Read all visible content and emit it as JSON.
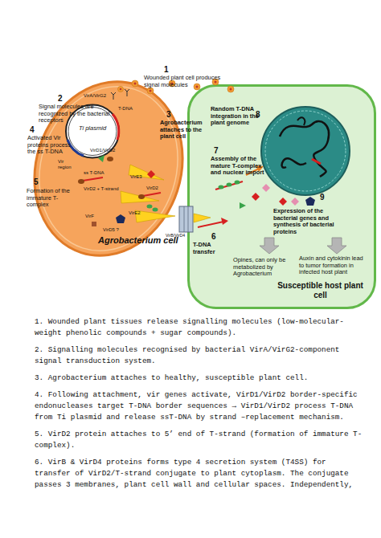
{
  "diagram": {
    "nodes": [
      {
        "text": [
          "Agrobacterium cell"
        ]
      },
      {
        "text": [
          "Ti plasmid"
        ],
        "in": 0
      },
      {
        "text": [
          "Susceptible host plant cell"
        ]
      }
    ],
    "labels": [
      "1",
      "Wounded plant cell produces signal molecules",
      "2",
      "Signal molecules are recognized by the bacterial receptors",
      "3",
      "Agrobacterium attaches to the plant cell",
      "4",
      "Activated Vir proteins process the ss T-DNA",
      "5",
      "Formation of the immature T-complex",
      "8",
      "Random T-DNA integration in the plant genome",
      "7",
      "Assembly of the mature T-complex and nuclear import",
      "6",
      "T-DNA transfer",
      "9",
      "Expression of the bacterial genes and synthesis of bacterial proteins",
      "Opines, can only be metabolized by Agrobacterium",
      "Auxin and cytokinin lead to tumor formation in infected host plant",
      "VirA/VirG2",
      "T-DNA",
      "Vir region",
      "VirD1/VirD2",
      "ss T-DNA",
      "VirE3",
      "VirD2 + T-strand",
      "VirD2",
      "VirE2",
      "VirF",
      "VirD5 ?",
      "VirB/VirD4",
      "1. Wounded plant tissues release signalling molecules (low-molecular-weight phenolic compounds + sugar compounds).",
      "2. Signalling molecules recognised by bacterial VirA/VirG2-component signal transduction system.",
      "3. Agrobacterium attaches to healthy, susceptible plant cell.",
      "4. Following attachment, vir genes activate, VirD1/VirD2 border-specific endonucleases target T-DNA border sequences → VirD1/VirD2 process T-DNA from Ti plasmid and release ssT-DNA by strand –replacement mechanism.",
      "5. VirD2 protein attaches to 5’ end of T-strand (formation of immature T-complex).",
      "6. VirB & VirD4 proteins forms type 4 secretion system (T4SS) for transfer of VirD2/T-strand conjugate to plant cytoplasm. The conjugate passes 3 membranes, plant cell wall and cellular spaces. Independently,"
    ]
  }
}
